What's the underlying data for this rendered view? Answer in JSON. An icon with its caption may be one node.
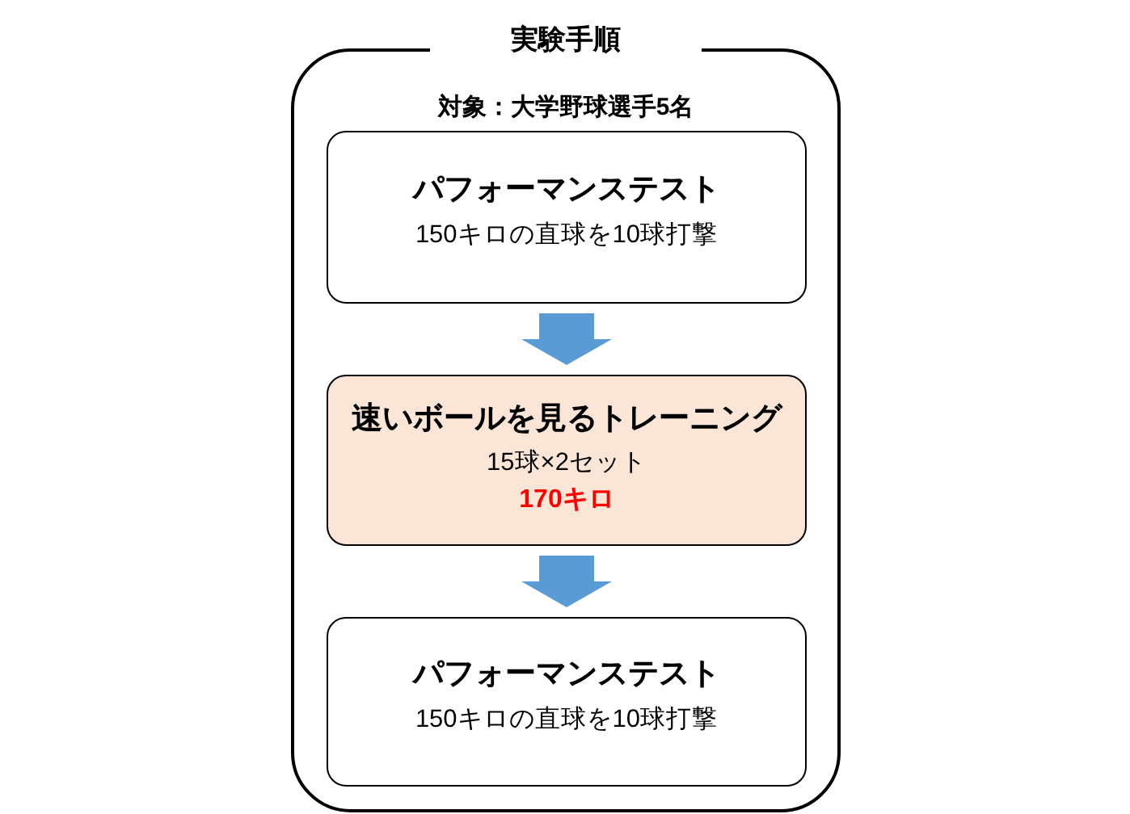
{
  "diagram": {
    "nodes": [
      {
        "text": [
          "実験手順",
          "対象：大学野球選手5名"
        ]
      },
      {
        "text": [
          "パフォーマンステスト",
          "150キロの直球を10球打撃"
        ],
        "in": 0
      },
      {
        "text": [
          "速いボールを見るトレーニング",
          "15球×2セット",
          "170キロ"
        ],
        "in": 0
      },
      {
        "text": [
          "パフォーマンステスト",
          "150キロの直球を10球打撃"
        ],
        "in": 0
      }
    ],
    "edges": [
      {
        "from": 1,
        "to": 2,
        "arrow": "to"
      },
      {
        "from": 2,
        "to": 3,
        "arrow": "to"
      }
    ]
  }
}
